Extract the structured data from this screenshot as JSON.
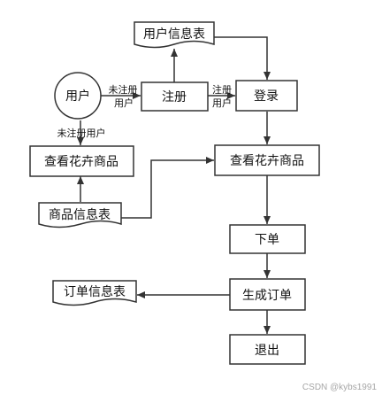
{
  "nodes": {
    "user": "用户",
    "register": "注册",
    "login": "登录",
    "user_table": "用户信息表",
    "browse_left": "查看花卉商品",
    "product_table": "商品信息表",
    "browse_main": "查看花卉商品",
    "place_order": "下单",
    "generate_order": "生成订单",
    "order_table": "订单信息表",
    "logout": "退出"
  },
  "edge_labels": {
    "unregistered_line1": "未注册",
    "unregistered_line2": "用户",
    "registered_line1": "注册",
    "registered_line2": "用户",
    "unregistered_user": "未注册用户"
  },
  "watermark": "CSDN @kybs1991"
}
